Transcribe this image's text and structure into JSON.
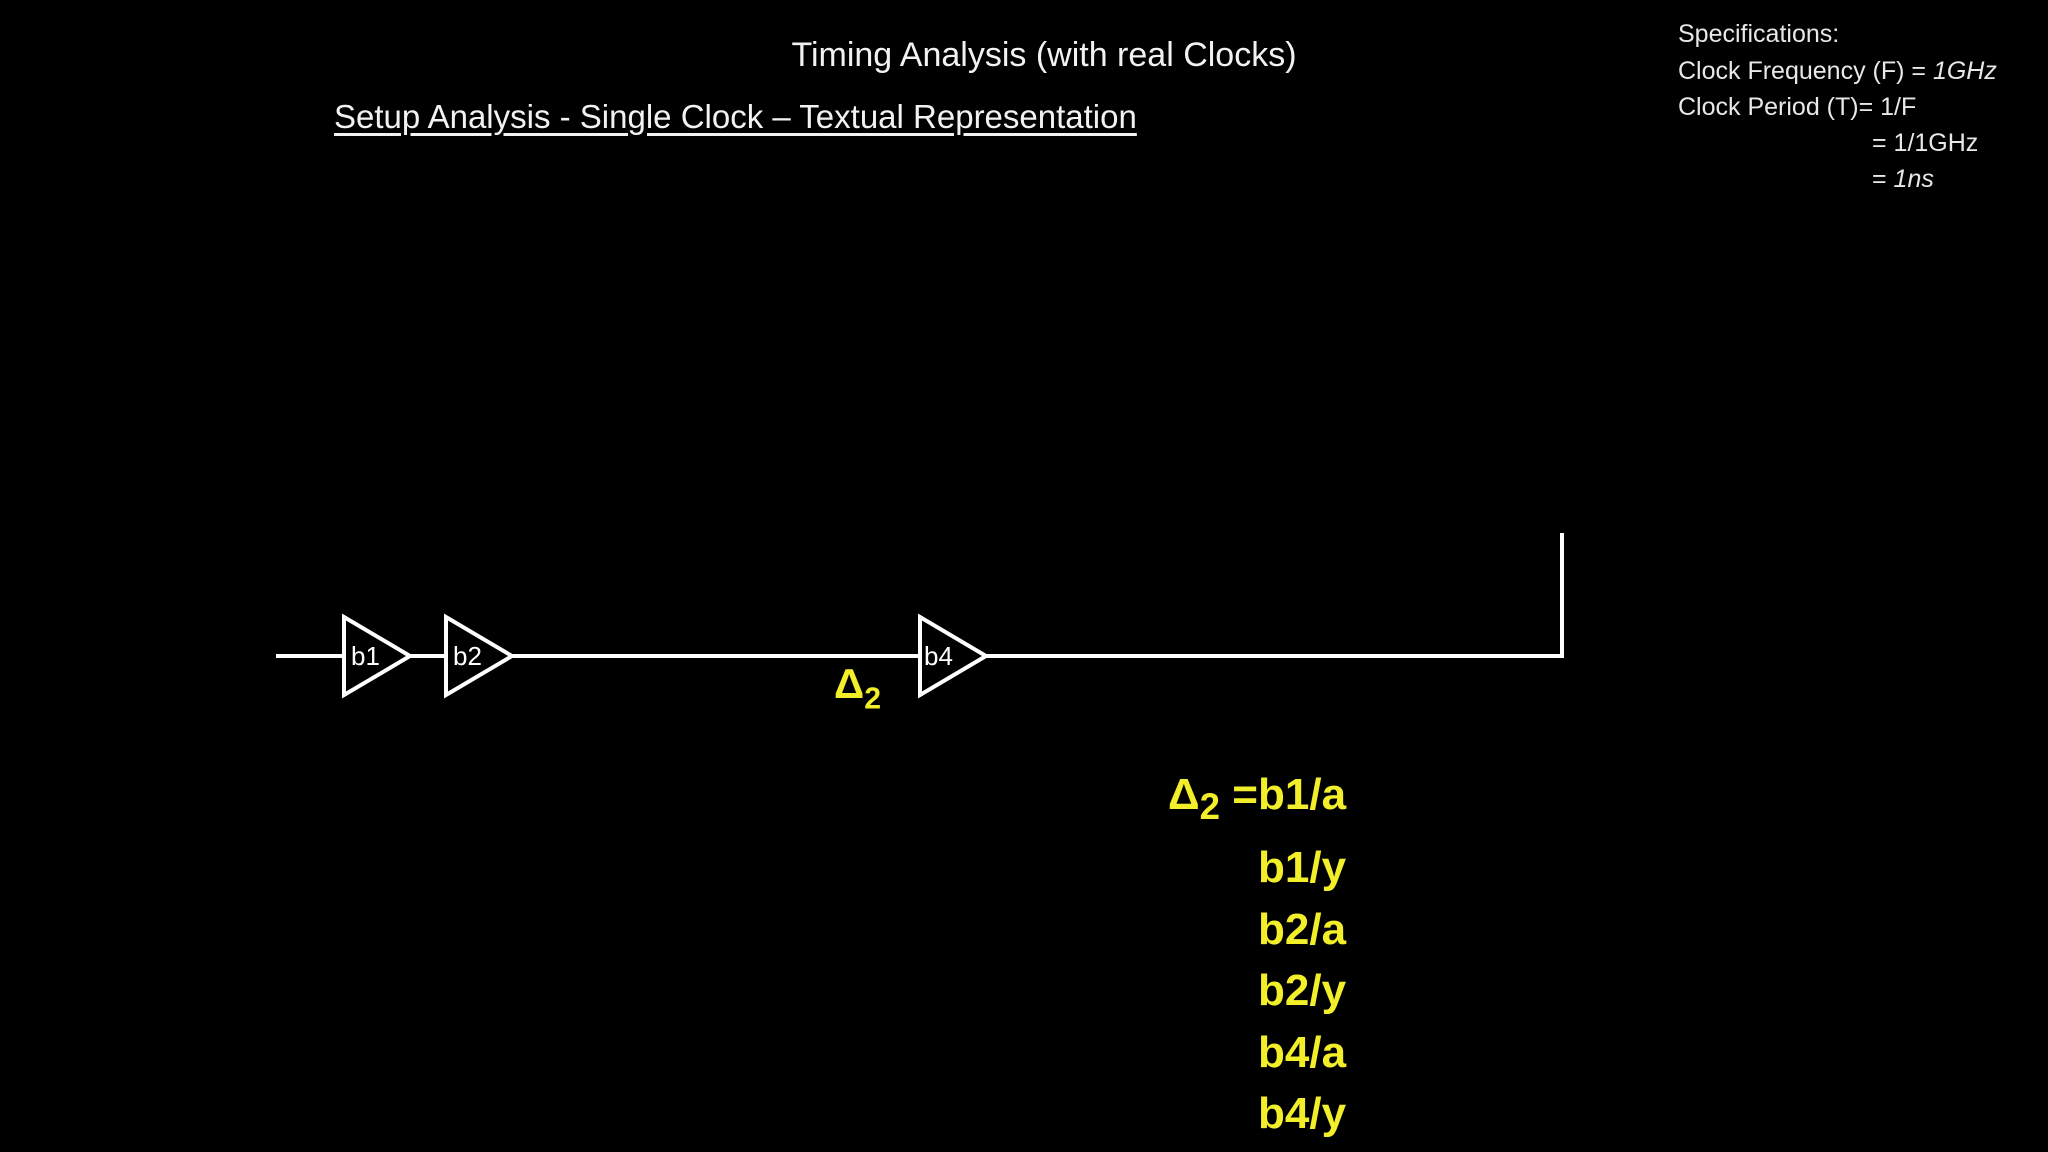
{
  "title": "Timing Analysis (with real Clocks)",
  "subtitle": "Setup Analysis - Single Clock – Textual Representation",
  "specifications": {
    "heading": "Specifications:",
    "freq_label": "Clock Frequency (F) = ",
    "freq_value": "1GHz",
    "period_label": "Clock Period (T)= 1/F",
    "period_step2": "= 1/1GHz",
    "period_step3_prefix": "= ",
    "period_value": "1ns"
  },
  "circuit": {
    "buffers": [
      {
        "label": "b1"
      },
      {
        "label": "b2"
      },
      {
        "label": "b4"
      }
    ],
    "delta_symbol": "Δ",
    "delta_subscript": "2"
  },
  "path": {
    "delta_symbol": "Δ",
    "delta_subscript": "2",
    "equals": "=",
    "pins": [
      "b1/a",
      "b1/y",
      "b2/a",
      "b2/y",
      "b4/a",
      "b4/y"
    ]
  },
  "colors": {
    "background": "#000000",
    "text": "#f2f2f2",
    "highlight": "#f2ef2a",
    "wire": "#ffffff"
  }
}
